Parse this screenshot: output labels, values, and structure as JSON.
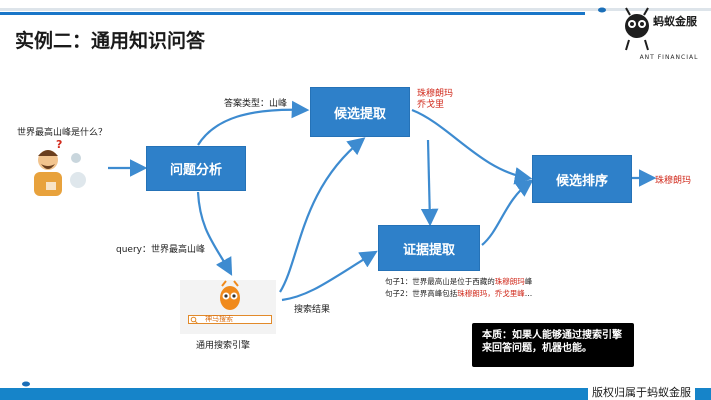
{
  "header": {
    "title": "实例二：通用知识问答",
    "logo_cn": "蚂蚁金服",
    "logo_en": "ANT FINANCIAL"
  },
  "diagram": {
    "question": "世界最高山峰是什么？",
    "boxes": {
      "analysis": "问题分析",
      "candidate_extract": "候选提取",
      "candidate_rank": "候选排序",
      "evidence_extract": "证据提取"
    },
    "labels": {
      "answer_type": "答案类型：山峰",
      "query": "query：世界最高山峰",
      "search_results": "搜索结果",
      "search_engine": "通用搜索引擎",
      "search_box": "神马搜索"
    },
    "candidates": [
      "珠穆朗玛",
      "乔戈里"
    ],
    "ranked_answer": "珠穆朗玛",
    "evidence": {
      "s1_prefix": "句子1：世界最高山是位于西藏的",
      "s1_highlight": "珠穆朗玛",
      "s1_suffix": "峰",
      "s2_prefix": "句子2：世界高峰包括",
      "s2_highlight": "珠穆朗玛，乔戈里峰",
      "s2_suffix": "…"
    },
    "note_line1": "本质：如果人能够通过搜索引擎",
    "note_line2": "来回答问题，机器也能。"
  },
  "footer": {
    "copyright": "版权归属于蚂蚁金服"
  },
  "colors": {
    "box": "#2e80c9",
    "arrow": "#3d8bd0",
    "highlight": "#d12a1c",
    "bar": "#1684c9"
  }
}
